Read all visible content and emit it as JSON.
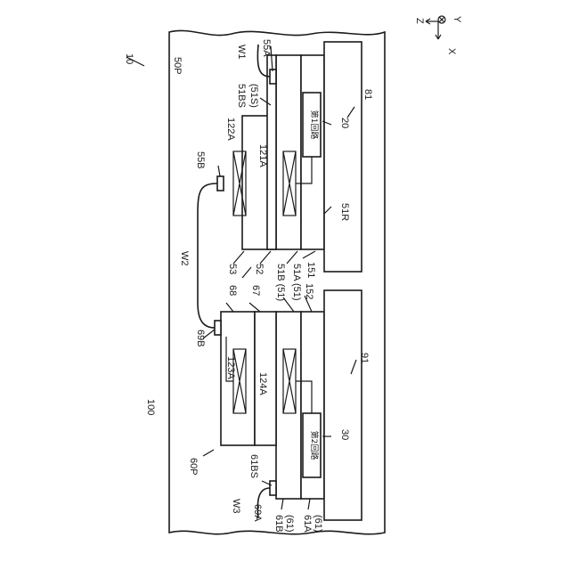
{
  "labels": {
    "device": "10",
    "package": "100",
    "ic_top": "50P",
    "ic_bottom": "60P",
    "w1": "W1",
    "w2": "W2",
    "w3": "W3",
    "pad_55a": "55A",
    "pad_55b": "55B",
    "pad_69a": "69A",
    "pad_69b": "69B",
    "s51bs": "51BS",
    "s51s": "(51S)",
    "s61bs": "61BS",
    "coil_122a": "122A",
    "coil_121a": "121A",
    "coil_123a": "123A",
    "coil_124a": "124A",
    "c20": "20",
    "c30": "30",
    "f81": "81",
    "f91": "91",
    "r51": "51R",
    "l53": "53",
    "l52": "52",
    "l51b": "51B (51)",
    "l51a": "51A (51)",
    "l151": "151",
    "l152": "152",
    "l68": "68",
    "l67": "67",
    "l61b": "61B",
    "l61b_p": "(61)",
    "l61a": "61A",
    "l61a_p": "(61)",
    "circuit1": "第1回路",
    "circuit2": "第2回路"
  },
  "axes": {
    "z": "Z",
    "y": "Y",
    "x": "X"
  }
}
